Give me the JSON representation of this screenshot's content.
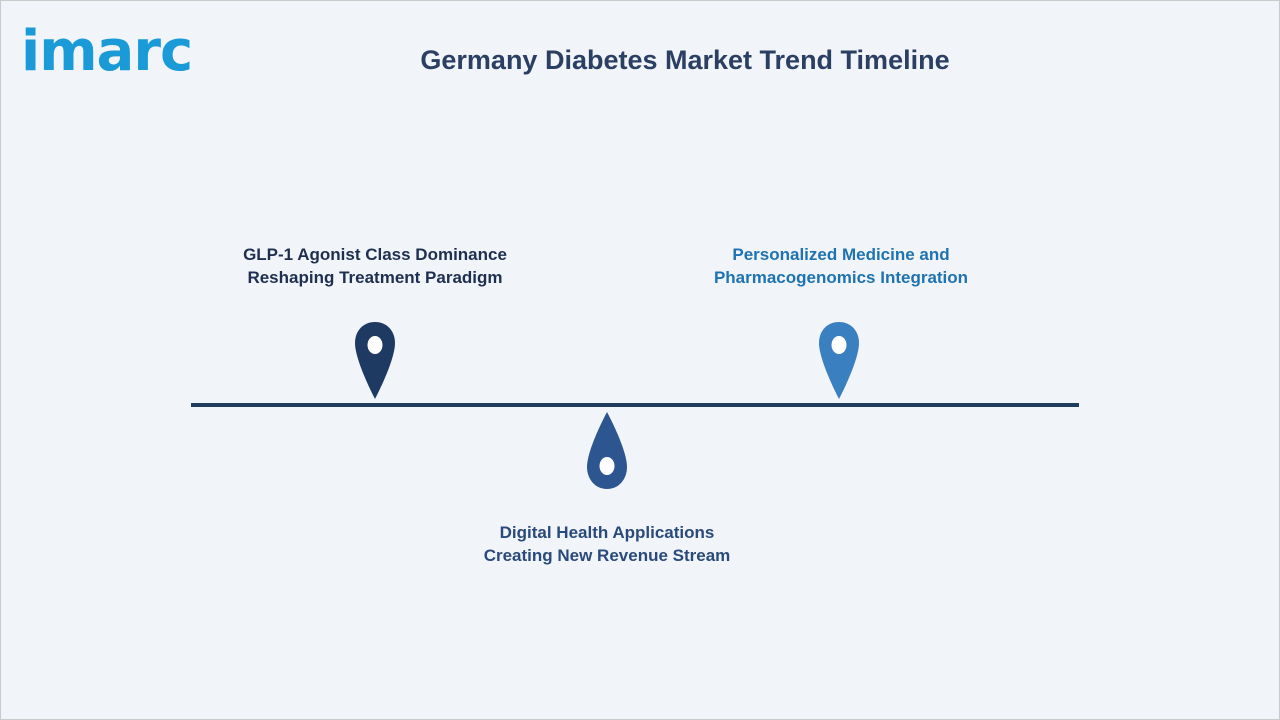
{
  "logo": {
    "text": "imarc",
    "color": "#1a9ad6",
    "icon": "imarc-logo"
  },
  "title": "Germany Diabetes Market Trend Timeline",
  "colors": {
    "background": "#f1f4f9",
    "title": "#2b3f63",
    "timeline_line": "#1f3e5e",
    "pin_dark": "#1f3a62",
    "pin_mid": "#2d5690",
    "pin_light": "#3a7fc0",
    "label_dark": "#1f2f4f",
    "label_mid": "#2a4a7b",
    "label_light": "#1f73b1"
  },
  "timeline": {
    "items": [
      {
        "line1": "GLP-1 Agonist Class Dominance",
        "line2": "Reshaping Treatment Paradigm",
        "pin_icon": "map-pin-icon",
        "pin_direction": "down"
      },
      {
        "line1": "Digital Health Applications",
        "line2": "Creating New Revenue Stream",
        "pin_icon": "map-pin-icon",
        "pin_direction": "up"
      },
      {
        "line1": "Personalized Medicine and",
        "line2": "Pharmacogenomics Integration",
        "pin_icon": "map-pin-icon",
        "pin_direction": "down"
      }
    ]
  }
}
